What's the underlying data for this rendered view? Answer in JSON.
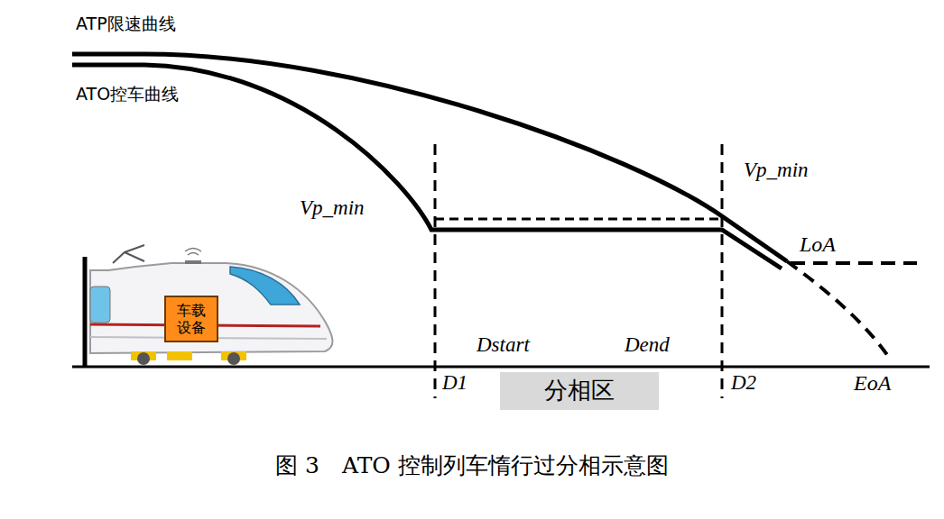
{
  "diagram": {
    "caption": "图 3　ATO 控制列车惰行过分相示意图",
    "nodes": [
      {
        "text": [
          "车载设备"
        ]
      },
      {
        "text": [
          "分相区"
        ]
      }
    ],
    "edges": [],
    "labels": [
      "ATP限速曲线",
      "ATO控车曲线",
      "Vp_min",
      "Vp_min",
      "LoA",
      "Dstart",
      "Dend",
      "D1",
      "D2",
      "EoA"
    ]
  }
}
